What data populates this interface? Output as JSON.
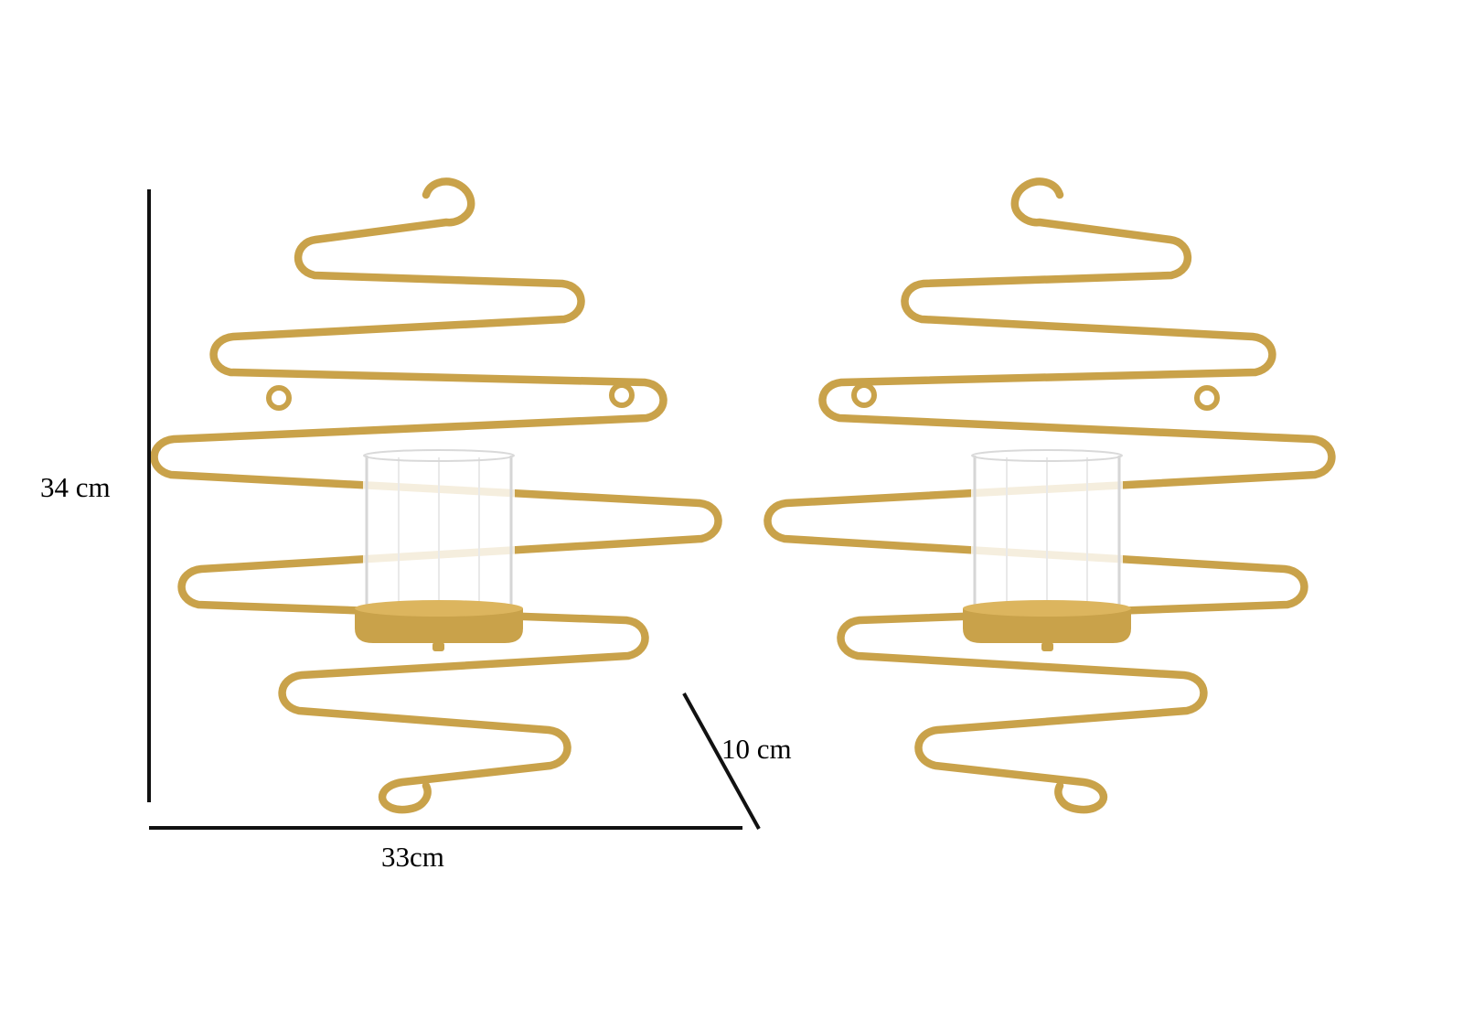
{
  "page": {
    "background": "#ffffff"
  },
  "product": {
    "name": "gold zigzag wall candle sconce",
    "count": 2
  },
  "dimensions": {
    "height_label": "34 cm",
    "width_label": "33cm",
    "depth_label": "10 cm"
  },
  "colors": {
    "gold": "#c9a24a",
    "gold_light": "#dcb55e",
    "dimension_line": "#111111",
    "text": "#000000",
    "page_bg": "#ffffff"
  }
}
